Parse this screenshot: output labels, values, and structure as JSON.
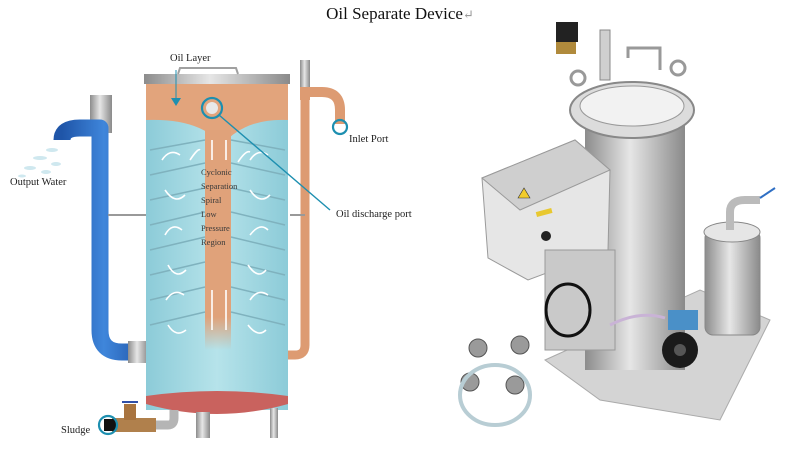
{
  "title": "Oil Separate Device",
  "title_mark": "↵",
  "diagram": {
    "labels": {
      "oil_layer": "Oil Layer",
      "inlet_port": "Inlet Port",
      "output_water": "Output Water",
      "oil_discharge_port": "Oil discharge port",
      "sludge": "Sludge"
    },
    "center_text": [
      "Cyclonic",
      "Separation",
      "Spiral",
      "Low",
      "Pressure",
      "Region"
    ]
  },
  "photo": {
    "subject": "stainless steel oil separator unit with control box, pump, filter and float switch"
  },
  "colors": {
    "water": "#a9dbe4",
    "oil": "#e0a27a",
    "blue_pipe": "#2f6fc4",
    "sludge": "#c9625e",
    "callout": "#1d8fb0"
  }
}
